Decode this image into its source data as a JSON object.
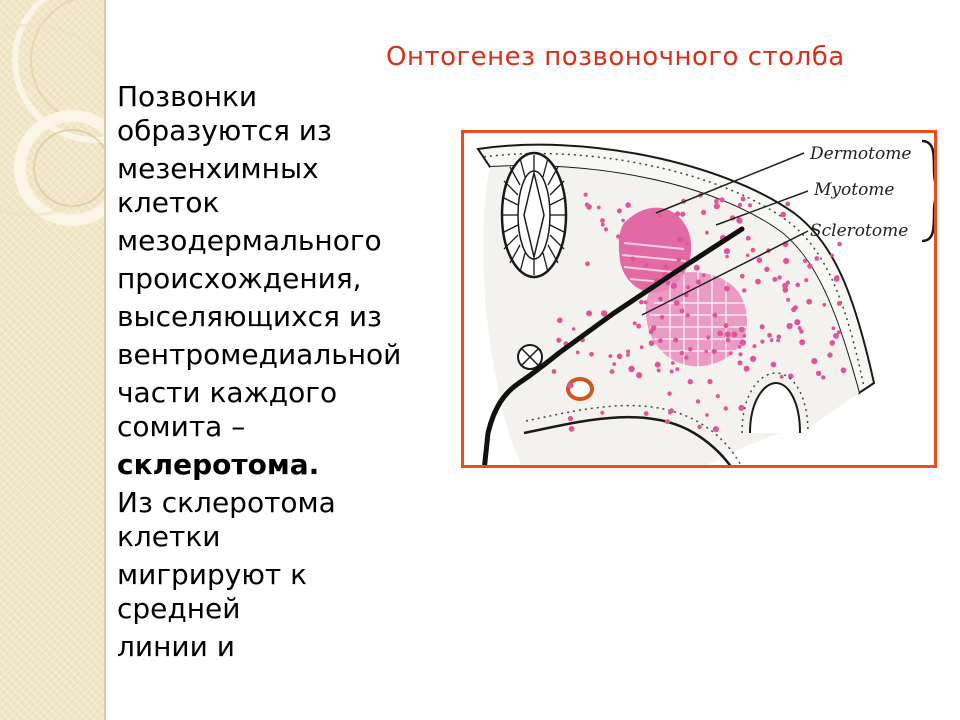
{
  "title": "Онтогенез позвоночного столба",
  "body": {
    "paragraphs": [
      {
        "lines": [
          "Позвонки",
          "образуются из"
        ]
      },
      {
        "lines": [
          "мезенхимных",
          "клеток"
        ]
      },
      {
        "lines": [
          "мезодермального"
        ]
      },
      {
        "lines": [
          "происхождения,"
        ]
      },
      {
        "lines": [
          "выселяющихся  из"
        ]
      },
      {
        "lines": [
          "вентромедиальной"
        ]
      },
      {
        "lines": [
          "части каждого",
          "сомита –"
        ]
      },
      {
        "lines": [
          "склеротома."
        ],
        "bold": true
      },
      {
        "lines": [
          "Из склеротома",
          "клетки"
        ]
      },
      {
        "lines": [
          "мигрируют к",
          "средней"
        ]
      },
      {
        "lines": [
          "линии и"
        ]
      }
    ]
  },
  "figure": {
    "labels": {
      "dermotome": "Dermotome",
      "myotome": "Myotome",
      "sclerotome": "Sclerotome"
    },
    "colors": {
      "border": "#ee4a1e",
      "pink": "#e0559a",
      "outline": "#1a1a1a",
      "ring": "#d2551f"
    }
  }
}
